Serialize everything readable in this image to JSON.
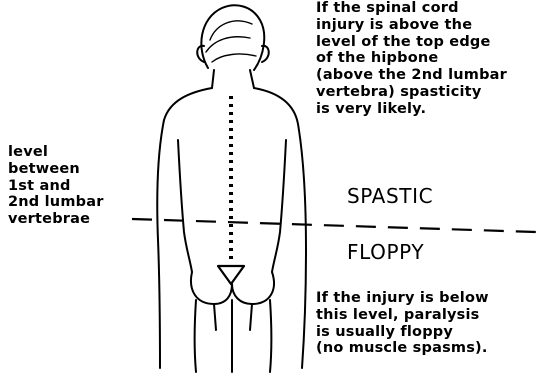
{
  "top_note": "If the spinal cord\ninjury is above the\nlevel of the top edge\nof the hipbone\n(above the 2nd lumbar\nvertebra) spasticity\nis very likely.",
  "level_label": "level\nbetween\n1st and\n2nd lumbar\nvertebrae",
  "zone_above": "SPASTIC",
  "zone_below": "FLOPPY",
  "bottom_note": "If the injury is below\nthis level, paralysis\nis usually floppy\n(no muscle spasms)."
}
